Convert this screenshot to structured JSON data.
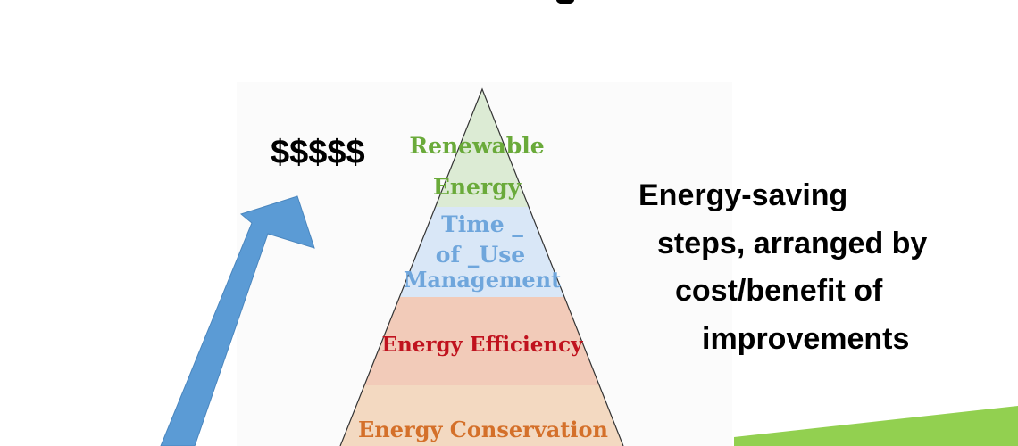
{
  "cost_label": "$$$$$",
  "pyramid": {
    "levels": [
      {
        "lines": [
          "Renewable",
          "Energy"
        ],
        "color": "#6aaa3a",
        "fill": "#dcebd4"
      },
      {
        "lines": [
          "Time _",
          "of _Use",
          "Management"
        ],
        "color": "#6fa6dc",
        "fill": "#d9e7f7"
      },
      {
        "lines": [
          "Energy Efficiency"
        ],
        "color": "#c0121e",
        "fill": "#f2cbb9"
      },
      {
        "lines": [
          "Energy Conservation"
        ],
        "color": "#d4702a",
        "fill": "#f3d9c1"
      }
    ]
  },
  "description": {
    "lines": [
      "Energy-saving",
      "steps, arranged by",
      "cost/benefit of",
      "improvements"
    ]
  },
  "colors": {
    "arrow": "#5b9bd5",
    "accent_green": "#92d050"
  }
}
